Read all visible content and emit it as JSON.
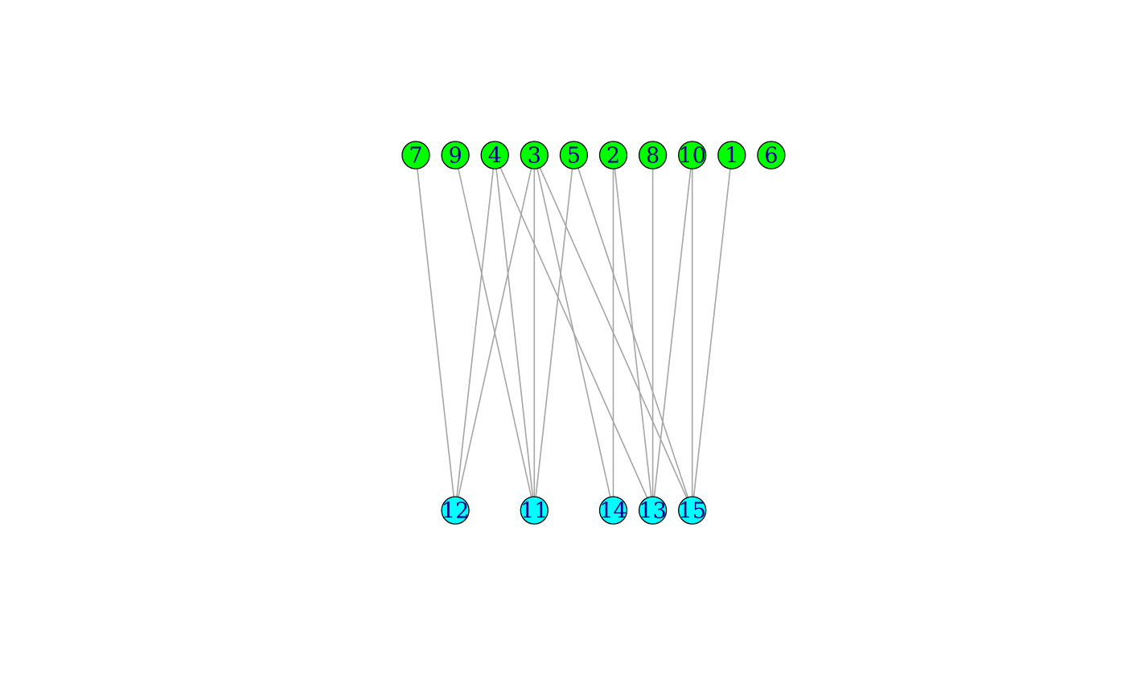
{
  "graph": {
    "type": "bipartite",
    "colors": {
      "top_fill": "#00ff00",
      "bottom_fill": "#00ffff",
      "outline": "#000000",
      "label": "#00008b",
      "edge": "#a6a6a6"
    },
    "top_nodes": [
      "7",
      "9",
      "4",
      "3",
      "5",
      "2",
      "8",
      "10",
      "1",
      "6"
    ],
    "bottom_nodes": [
      "12",
      "11",
      "14",
      "13",
      "15"
    ],
    "edges": [
      [
        "7",
        "12"
      ],
      [
        "9",
        "11"
      ],
      [
        "4",
        "12"
      ],
      [
        "4",
        "11"
      ],
      [
        "4",
        "13"
      ],
      [
        "3",
        "12"
      ],
      [
        "3",
        "11"
      ],
      [
        "3",
        "14"
      ],
      [
        "3",
        "15"
      ],
      [
        "5",
        "11"
      ],
      [
        "5",
        "15"
      ],
      [
        "2",
        "14"
      ],
      [
        "2",
        "13"
      ],
      [
        "8",
        "13"
      ],
      [
        "10",
        "13"
      ],
      [
        "10",
        "15"
      ],
      [
        "1",
        "15"
      ]
    ]
  }
}
